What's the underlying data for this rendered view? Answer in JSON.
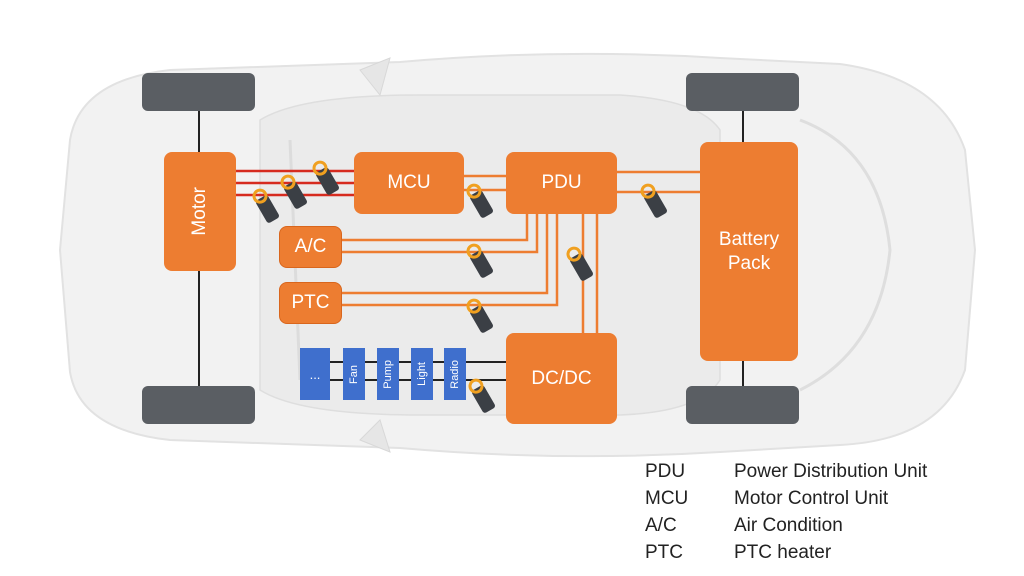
{
  "diagram": {
    "blocks": {
      "motor": "Motor",
      "mcu": "MCU",
      "pdu": "PDU",
      "ac": "A/C",
      "ptc": "PTC",
      "dcdc": "DC/DC",
      "battery_line1": "Battery",
      "battery_line2": "Pack"
    },
    "loads": [
      "...",
      "Fan",
      "Pump",
      "Light",
      "Radio"
    ],
    "colors": {
      "block": "#ed7d31",
      "wire_orange": "#ed7d31",
      "wire_red": "#d62b1f",
      "load_block": "#3f6fcd",
      "wheel": "#5a5e63"
    }
  },
  "legend": [
    {
      "abbr": "PDU",
      "meaning": "Power Distribution Unit"
    },
    {
      "abbr": "MCU",
      "meaning": "Motor Control Unit"
    },
    {
      "abbr": "A/C",
      "meaning": "Air Condition"
    },
    {
      "abbr": "PTC",
      "meaning": "PTC heater"
    }
  ]
}
